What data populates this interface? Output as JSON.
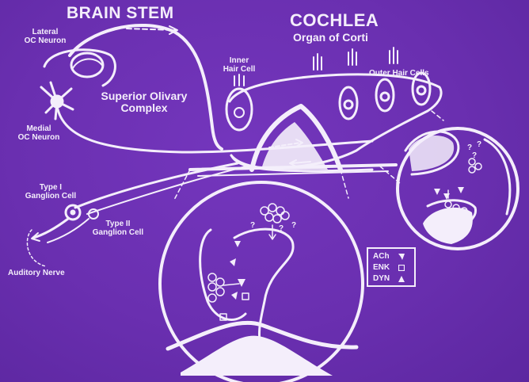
{
  "titles": {
    "brain_stem": "BRAIN STEM",
    "cochlea": "COCHLEA",
    "organ_of_corti": "Organ of Corti"
  },
  "labels": {
    "lateral_oc_neuron_1": "Lateral",
    "lateral_oc_neuron_2": "OC Neuron",
    "superior_olivary_1": "Superior Olivary",
    "superior_olivary_2": "Complex",
    "medial_oc_neuron_1": "Medial",
    "medial_oc_neuron_2": "OC Neuron",
    "inner_hair_cell_1": "Inner",
    "inner_hair_cell_2": "Hair Cell",
    "outer_hair_cells": "Outer Hair Cells",
    "type1_ganglion_1": "Type I",
    "type1_ganglion_2": "Ganglion Cell",
    "type2_ganglion_1": "Type II",
    "type2_ganglion_2": "Ganglion Cell",
    "auditory_nerve": "Auditory Nerve"
  },
  "legend": {
    "ach": "ACh",
    "enk": "ENK",
    "dyn": "DYN"
  },
  "inset_marks": {
    "q": "?"
  },
  "colors": {
    "background": "#6a2fb0",
    "line": "#f4eefb"
  }
}
